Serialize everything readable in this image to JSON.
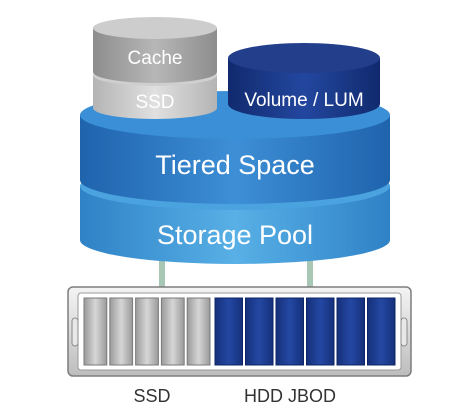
{
  "diagram": {
    "cache_label": "Cache",
    "cache_ssd_label": "SSD",
    "volume_label": "Volume / LUM",
    "tiered_space_label": "Tiered Space",
    "storage_pool_label": "Storage Pool",
    "enclosure_ssd_label": "SSD",
    "enclosure_hdd_label": "HDD JBOD"
  },
  "enclosure": {
    "ssd_bay_count": 5,
    "hdd_bay_count": 6
  },
  "colors": {
    "cache_gray": "#a9a9a9",
    "ssd_light_gray": "#c9c9c9",
    "volume_navy": "#1b3a8c",
    "tiered_blue": "#2f7fc9",
    "pool_blue": "#3f9ad8",
    "hdd_navy": "#1d3d8f",
    "connector_green": "#a9c7b5"
  }
}
